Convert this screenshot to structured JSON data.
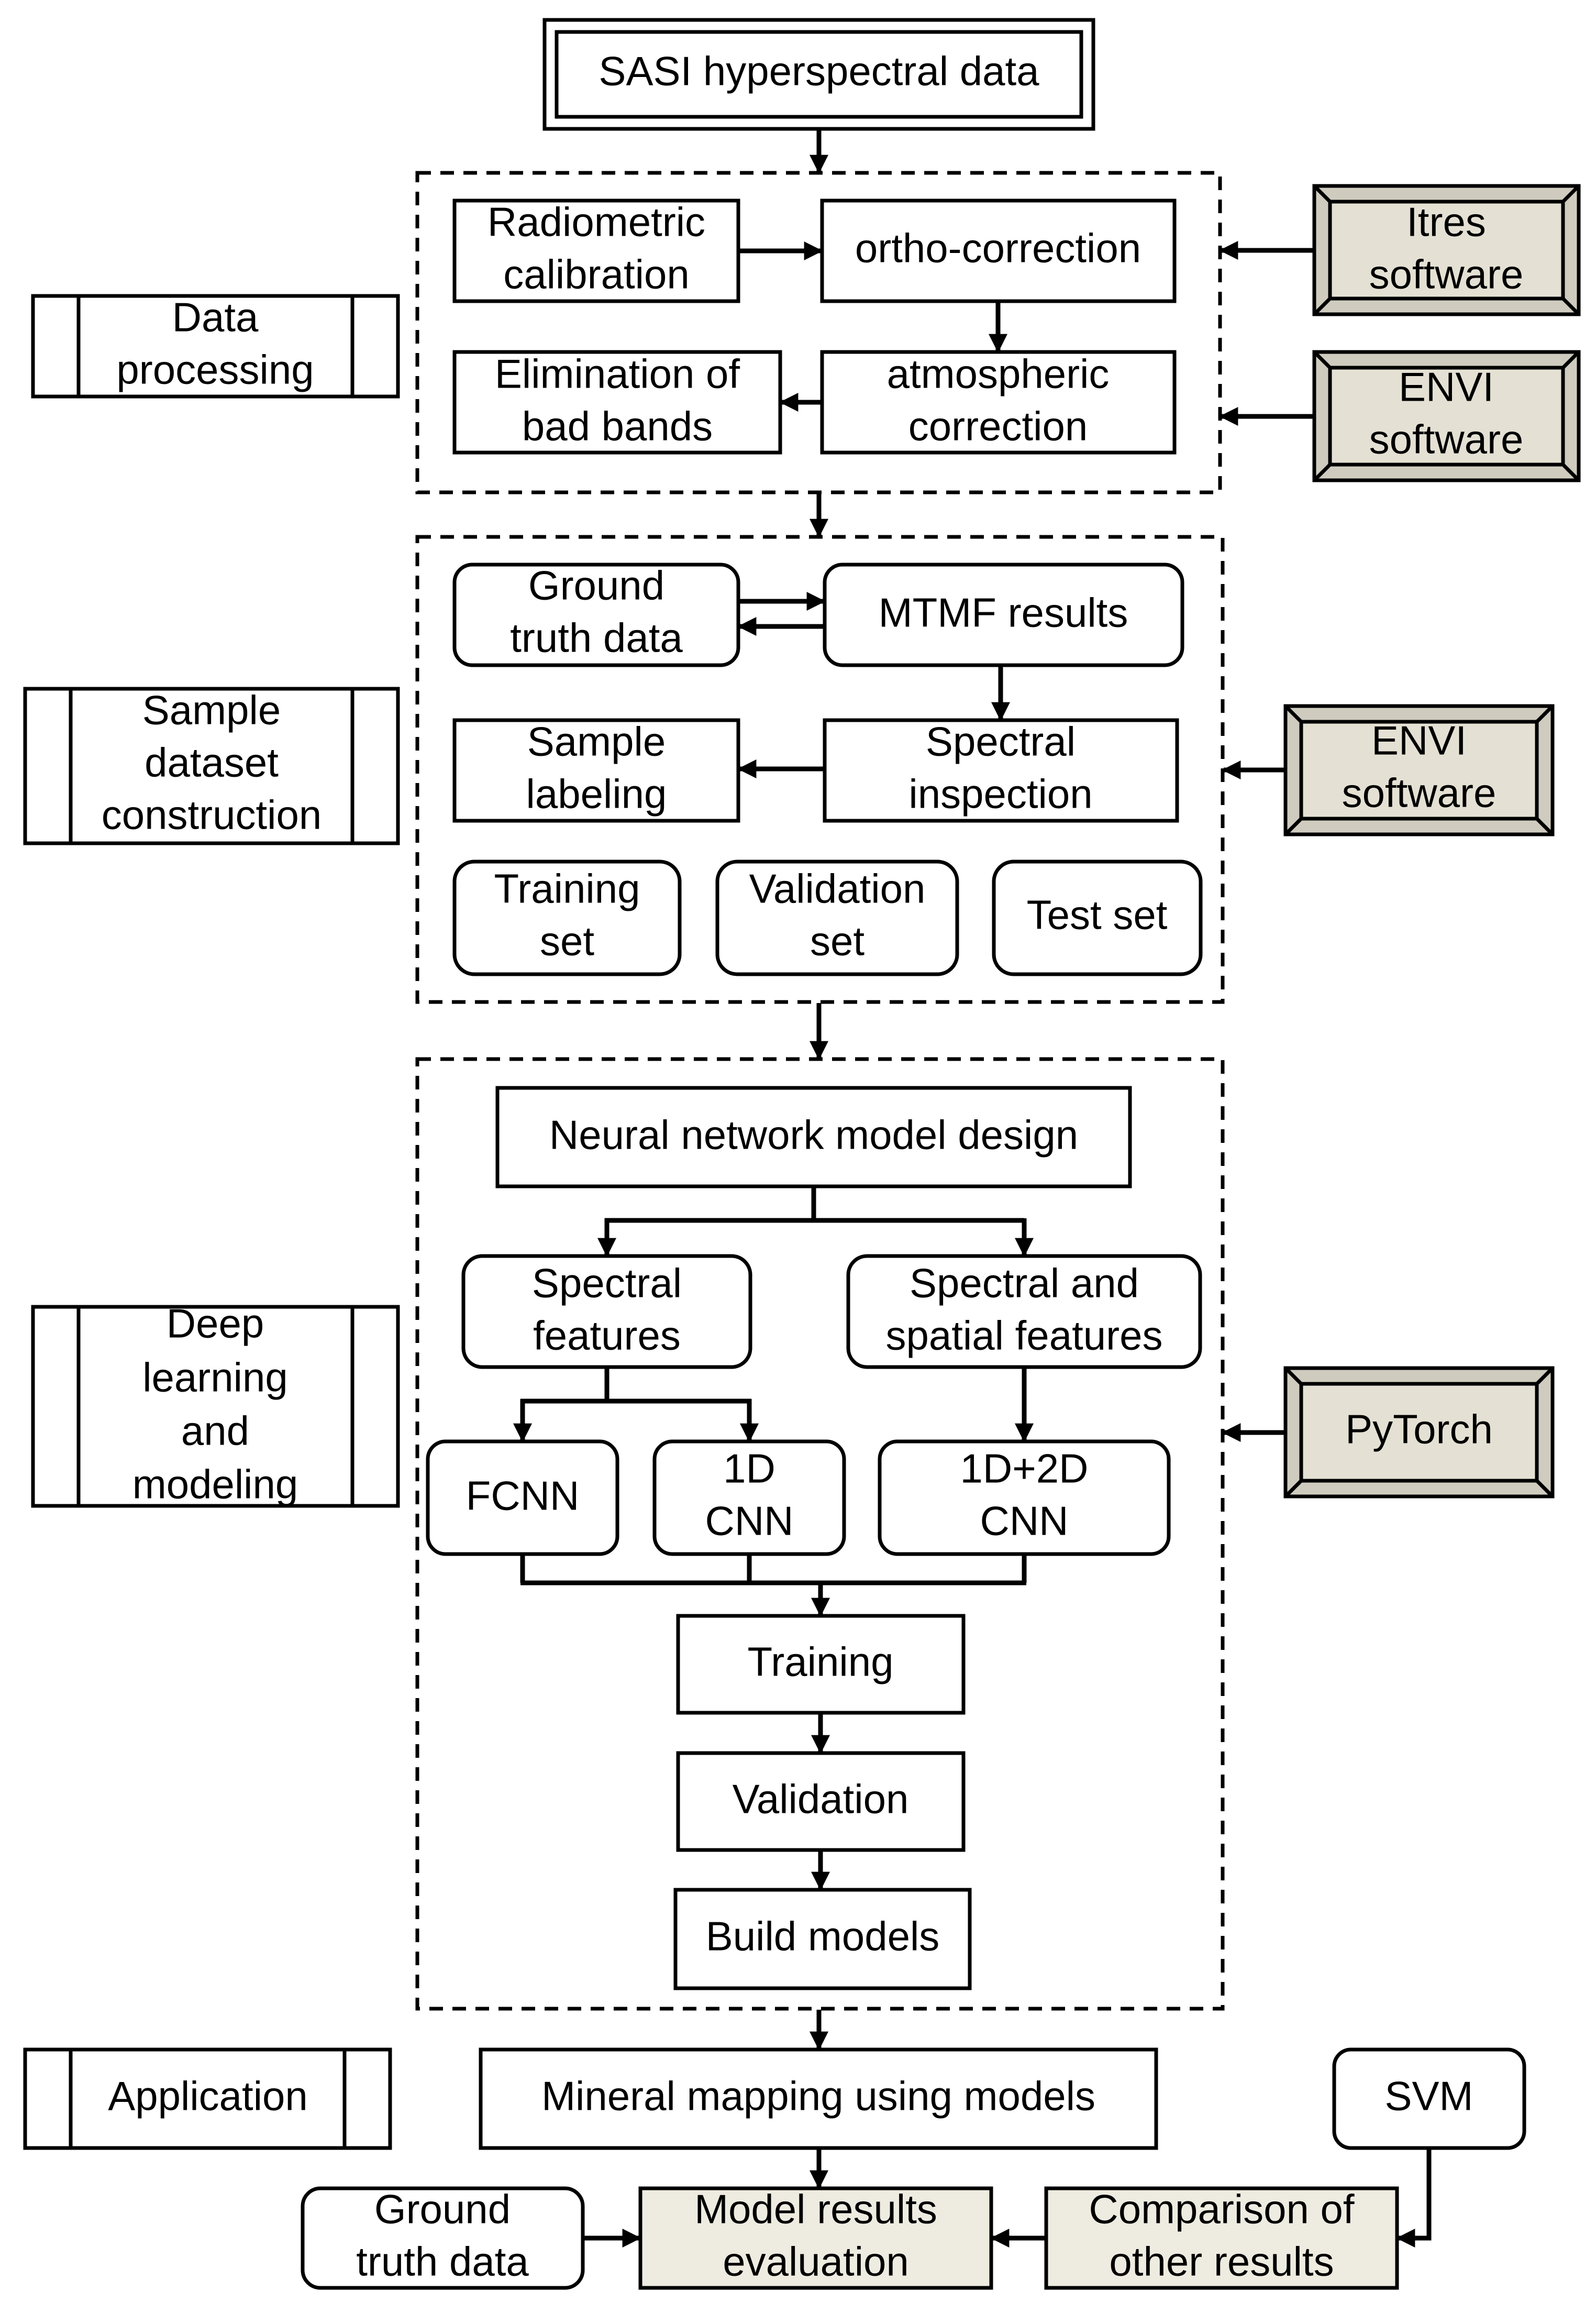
{
  "colors": {
    "stroke": "#000000",
    "beige": "#eeebe0",
    "software_fill": "#e4e1d4",
    "white": "#ffffff"
  },
  "nodes": {
    "sasi": "SASI hyperspectral data",
    "radiometric": [
      "Radiometric",
      "calibration"
    ],
    "ortho": "ortho-correction",
    "elimination": [
      "Elimination of",
      "bad bands"
    ],
    "atmospheric": [
      "atmospheric",
      "correction"
    ],
    "ground1": [
      "Ground",
      "truth data"
    ],
    "mtmf": "MTMF results",
    "sample_labeling": [
      "Sample",
      "labeling"
    ],
    "spectral_inspection": [
      "Spectral",
      "inspection"
    ],
    "training_set": [
      "Training",
      "set"
    ],
    "validation_set": [
      "Validation",
      "set"
    ],
    "test_set": "Test set",
    "nn_design": "Neural network model design",
    "spectral_features": [
      "Spectral",
      "features"
    ],
    "spectral_spatial": [
      "Spectral and",
      "spatial features"
    ],
    "fcnn": "FCNN",
    "cnn1d": [
      "1D",
      "CNN"
    ],
    "cnn12d": [
      "1D+2D",
      "CNN"
    ],
    "training": "Training",
    "validation": "Validation",
    "build_models": "Build models",
    "mineral_mapping": "Mineral mapping using models",
    "svm": "SVM",
    "ground2": [
      "Ground",
      "truth data"
    ],
    "model_eval": [
      "Model results",
      "evaluation"
    ],
    "comparison": [
      "Comparison of",
      "other results"
    ]
  },
  "stages": {
    "data_processing": [
      "Data",
      "processing"
    ],
    "sample_dataset": [
      "Sample",
      "dataset",
      "construction"
    ],
    "deep_learning": [
      "Deep",
      "learning",
      "and",
      "modeling"
    ],
    "application": "Application"
  },
  "software": {
    "itres": [
      "Itres",
      "software"
    ],
    "envi1": [
      "ENVI",
      "software"
    ],
    "envi2": [
      "ENVI",
      "software"
    ],
    "pytorch": "PyTorch"
  }
}
